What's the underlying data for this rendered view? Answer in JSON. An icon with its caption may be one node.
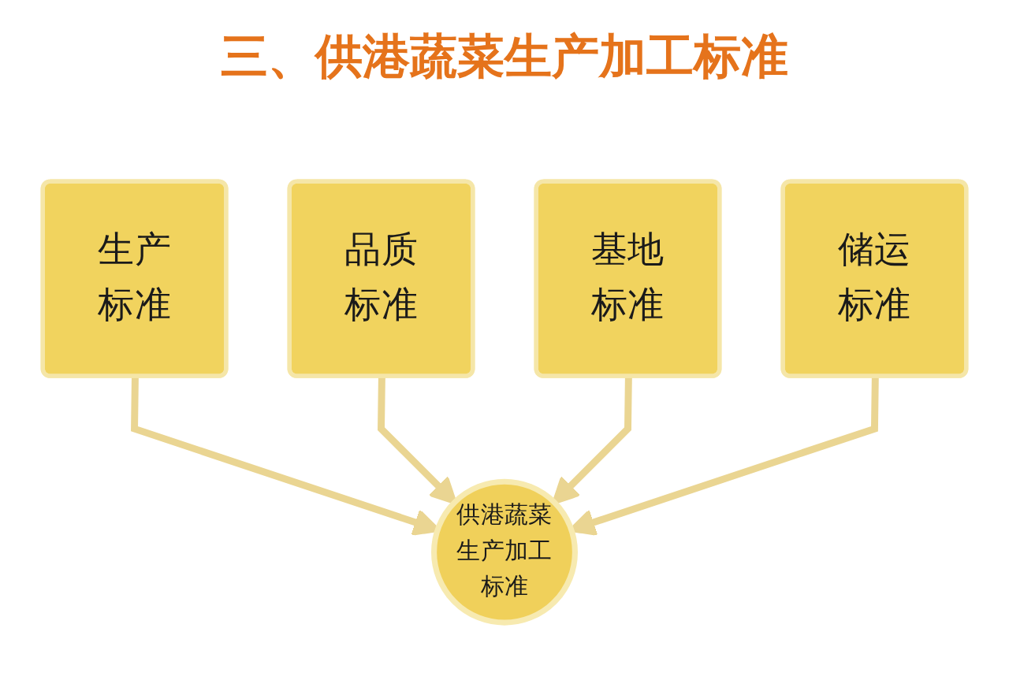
{
  "diagram": {
    "title": "三、供港蔬菜生产加工标准",
    "nodes": [
      {
        "text": [
          "基地标准"
        ]
      },
      {
        "text": [
          "生产标准"
        ]
      },
      {
        "text": [
          "品质标准"
        ]
      },
      {
        "text": [
          "储运标准"
        ]
      },
      {
        "text": [
          "供港蔬菜生产加工标准"
        ]
      }
    ],
    "edges": [
      {
        "from": 1,
        "to": 4,
        "arrow": "to"
      },
      {
        "from": 2,
        "to": 4,
        "arrow": "to"
      },
      {
        "from": 0,
        "to": 4,
        "arrow": "to"
      },
      {
        "from": 3,
        "to": 4,
        "arrow": "to"
      }
    ]
  }
}
